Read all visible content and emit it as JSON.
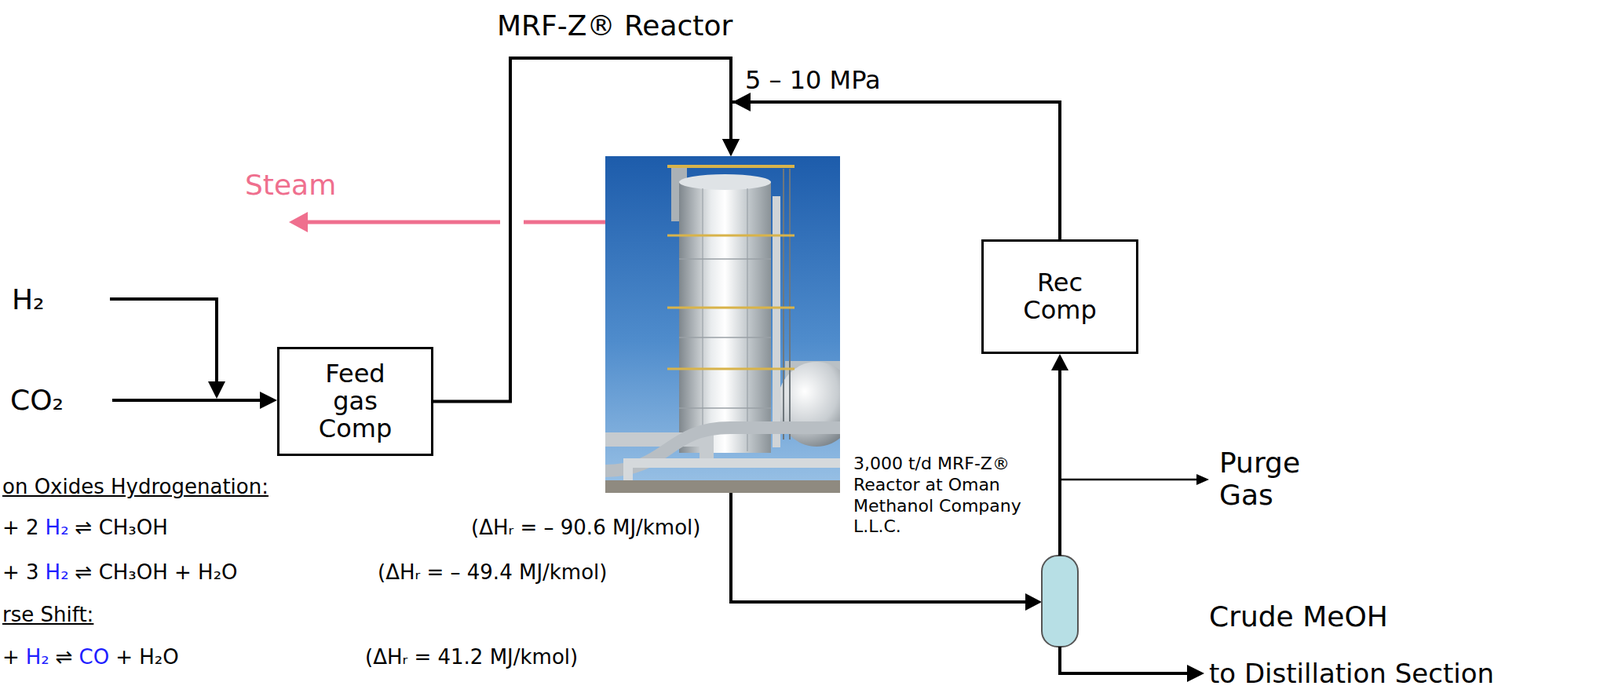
{
  "diagram": {
    "title": "MRF-Z® Reactor",
    "nodes": [
      {
        "text": [
          "Feed gas Comp"
        ]
      },
      {
        "text": [
          "3,000 t/d MRF-Z® Reactor at Oman Methanol Company L.L.C."
        ]
      },
      {
        "text": [
          "Rec Comp"
        ]
      }
    ],
    "edges": [
      {
        "from": 0,
        "to": 1,
        "arrow": "to"
      },
      {
        "from": 2,
        "to": 1,
        "arrow": "to"
      }
    ],
    "labels": [
      "5 – 10 MPa",
      "Steam",
      "H₂",
      "CO₂",
      "Purge Gas",
      "Crude MeOH",
      "to Distillation Section",
      "on Oxides Hydrogenation:",
      "+ 2",
      "H₂",
      "⇌ CH₃OH",
      "(ΔHᵣ = – 90.6 MJ/kmol)",
      "+ 3",
      "H₂",
      "⇌ CH₃OH + H₂O",
      "(ΔHᵣ = – 49.4 MJ/kmol)",
      "rse Shift:",
      "+",
      "H₂",
      "⇌",
      "CO",
      "+ H₂O",
      "(ΔHᵣ = 41.2 MJ/kmol)"
    ]
  }
}
